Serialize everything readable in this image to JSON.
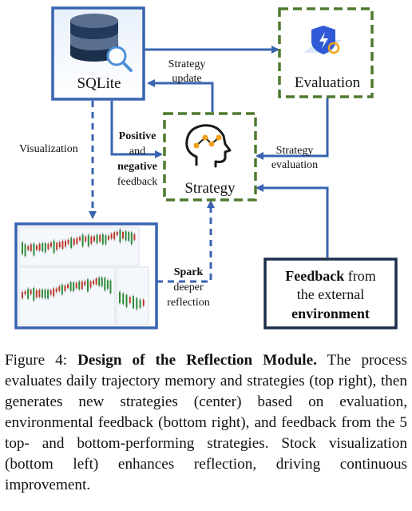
{
  "nodes": {
    "sqlite": {
      "label": "SQLite",
      "icon": "database-search-icon"
    },
    "evaluation": {
      "label": "Evaluation",
      "icon": "shield-badge-icon"
    },
    "strategy": {
      "label": "Strategy",
      "icon": "brain-head-icon"
    },
    "feedback": {
      "bold_1": "Feedback",
      "text_1": " from",
      "line_2": "the external",
      "bold_3": "environment"
    },
    "charts": {
      "icon": "stock-charts-thumbnail"
    }
  },
  "edges": {
    "visualization": "Visualization",
    "strategy_update_1": "Strategy",
    "strategy_update_2": "update",
    "positive_1": "Positive",
    "positive_2": "and",
    "positive_3": "negative",
    "positive_4": "feedback",
    "strategy_eval_1": "Strategy",
    "strategy_eval_2": "evaluation",
    "spark_1": "Spark",
    "spark_2": "deeper",
    "spark_3": "reflection"
  },
  "caption": {
    "prefix": "Figure 4: ",
    "title": "Design of the Reflection Module.",
    "body": " The process evaluates daily trajectory memory and strategies (top right), then generates new strategies (center) based on evaluation, environmental feedback (bottom right), and feedback from the 5 top- and bottom-performing strategies. Stock visualization (bottom left) enhances reflection, driving continuous improvement."
  },
  "colors": {
    "blue": "#3a64b0",
    "green": "#4e7a2e",
    "dark": "#1b2e4a"
  }
}
